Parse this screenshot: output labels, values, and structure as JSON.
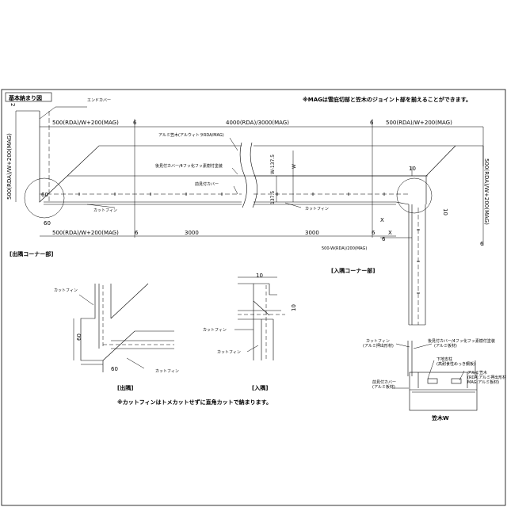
{
  "title": "基本納まり図",
  "note_top": "※MAGは雪庇切部と笠木のジョイント部を揃えることができます。",
  "note_bottom": "※カットフィンはトメカットせずに直角カットで納まります。",
  "section_outside": "[出隅コーナー部]",
  "section_inside": "[入隅コーナー部]",
  "detail_outside": "[出隅]",
  "detail_inside": "[入隅]",
  "labels": {
    "end_cover": "エンドカバー",
    "cut_fin": "カットフィン",
    "al_kasagi_ultra": "アルミ笠木(アルウィトラRDA/MAG)",
    "rear_cover": "後見付カバー/4フッ化フッ素樹付塗装",
    "front_cover": "前見付カバー",
    "cut_fin_al": "カットフィン\n(アルミ押出形材)",
    "rear_cover_al": "後見付カバー/4フッ化フッ素樹付塗装\n(アルミ板材)",
    "substrate": "下地支柱\n(高耐食性めっき鋼板)",
    "al_kasagi": "アルミ笠木\n(RDA:アルミ押出形材\nMAG:アルミ板材)",
    "front_cover_al": "前見付カバー\n(アルミ板材)",
    "kasagi_w": "笠木W"
  },
  "dims": {
    "d500_top": "500(RDA)/W+200(MAG)",
    "d4000": "4000(RDA)/3000(MAG)",
    "d500_right": "500(RDA)/W+200(MAG)",
    "d500_left_v": "500(RDA)/W+200(MAG)",
    "d500_bottom": "500(RDA)/W+200(MAG)",
    "d3000a": "3000",
    "d3000b": "3000",
    "d500_right_v": "500(RDA)/W+200(MAG)",
    "d60a": "60",
    "d60b": "60",
    "d6": "6",
    "d2": "2",
    "d10": "10",
    "x": "X",
    "w": "W",
    "d137a": "137.5",
    "d137b": "W-137.5",
    "d500w": "500-W(RDA)/200(MAG)",
    "det60v": "60",
    "det60h": "60",
    "det10a": "10",
    "det10b": "10"
  }
}
